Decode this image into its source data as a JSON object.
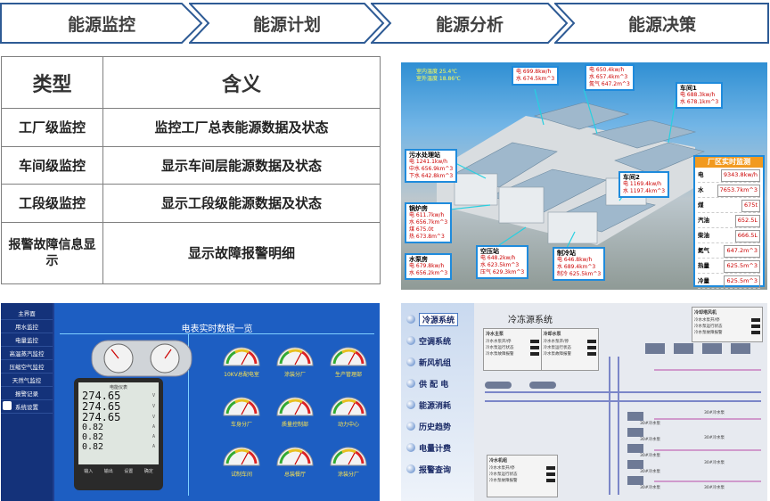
{
  "steps": [
    "能源监控",
    "能源计划",
    "能源分析",
    "能源决策"
  ],
  "table": {
    "headers": [
      "类型",
      "含义"
    ],
    "rows": [
      [
        "工厂级监控",
        "监控工厂总表能源数据及状态"
      ],
      [
        "车间级监控",
        "显示车间层能源数据及状态"
      ],
      [
        "工段级监控",
        "显示工段级能源数据及状态"
      ],
      [
        "报警故障信息显示",
        "显示故障报警明细"
      ]
    ]
  },
  "factory_panel": {
    "title": "厂区实时监测",
    "temps": [
      "室内温度 25.4℃",
      "室外温度 18.86℃"
    ],
    "tags": [
      "污水处理站",
      "锅炉房",
      "水泵房",
      "空压站",
      "制冷站",
      "车间1",
      "车间2"
    ],
    "realtime": [
      [
        "电",
        "9343.8kw/h"
      ],
      [
        "水",
        "7653.7km^3"
      ],
      [
        "煤",
        "675t"
      ],
      [
        "汽油",
        "652.5L"
      ],
      [
        "柴油",
        "666.5L"
      ],
      [
        "氮气",
        "647.2m^3"
      ],
      [
        "热量",
        "625.5m^3"
      ],
      [
        "冷量",
        "625.5m^3"
      ]
    ],
    "workshop_cards": [
      [
        "电 1241.1kw/h",
        "中水 656.9km^3",
        "下水 642.8km^3"
      ],
      [
        "电 611.7kw/h",
        "水 656.7km^3",
        "煤 675.0t",
        "热 673.8m^3"
      ],
      [
        "电 679.8kw/h",
        "水 656.2km^3"
      ],
      [
        "电 648.2kw/h",
        "水 623.5km^3",
        "压气 629.3km^3"
      ],
      [
        "电 699.8kw/h",
        "水 674.5km^3"
      ],
      [
        "电 650.4kw/h",
        "水 657.4km^3",
        "氮气 647.2m^3"
      ],
      [
        "电 688.3kw/h",
        "水 678.1km^3"
      ],
      [
        "电 1169.4kw/h",
        "水 1197.4km^3"
      ],
      [
        "电 646.8kw/h",
        "水 689.4km^3",
        "制冷 625.5km^3"
      ]
    ]
  },
  "meter_panel": {
    "title": "电表实时数据一览",
    "nav": [
      "主界面",
      "用水监控",
      "电量监控",
      "高温蒸汽监控",
      "压缩空气监控",
      "天然气监控",
      "报警记录",
      "系统设置"
    ],
    "meter_header": "电能仪表",
    "meter_values": [
      "274.65",
      "274.65",
      "274.65",
      "0.82",
      "0.82",
      "0.82"
    ],
    "meter_units": [
      "V",
      "V",
      "V",
      "A",
      "A",
      "A"
    ],
    "meter_buttons": [
      "输入",
      "输出",
      "设置",
      "确定"
    ],
    "gauge_labels": [
      "10KV总配电室",
      "涂装分厂",
      "生产管理部",
      "车身分厂",
      "质量控制部",
      "动力中心",
      "试制车间",
      "总装餐厅",
      "涂装分厂"
    ]
  },
  "hvac_panel": {
    "title": "冷冻源系统",
    "menu": [
      "冷源系统",
      "空调系统",
      "新风机组",
      "供 配 电",
      "能源消耗",
      "历史趋势",
      "电量计费",
      "报警查询"
    ],
    "boxes": [
      "冷水主泵",
      "冷却水泵",
      "冷水机组",
      "冷却塔风机"
    ],
    "box_lines": [
      "冷水水泵开/停",
      "冷水泵运行状态",
      "冷水泵故障报警"
    ],
    "pump_label": "30#冷水泵"
  }
}
